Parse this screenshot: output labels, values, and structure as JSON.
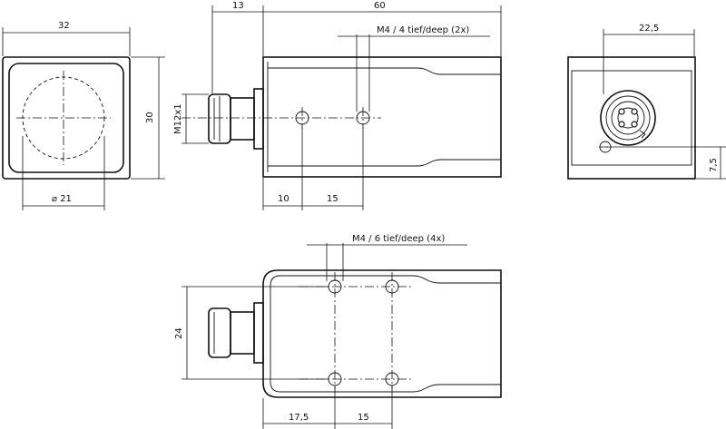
{
  "views": {
    "front": {
      "width_label": "32",
      "height_label": "30",
      "diameter_label": "⌀ 21"
    },
    "side": {
      "connector_length_label": "13",
      "body_length_label": "60",
      "thread_label": "M12x1",
      "hole_callout": "M4 / 4 tief/deep (2x)",
      "hole_offset_1_label": "10",
      "hole_offset_2_label": "15"
    },
    "end": {
      "width_label": "22,5",
      "height_label": "7,5"
    },
    "top": {
      "hole_callout": "M4 / 6 tief/deep (4x)",
      "height_label": "24",
      "hole_offset_1_label": "17,5",
      "hole_offset_2_label": "15"
    }
  }
}
